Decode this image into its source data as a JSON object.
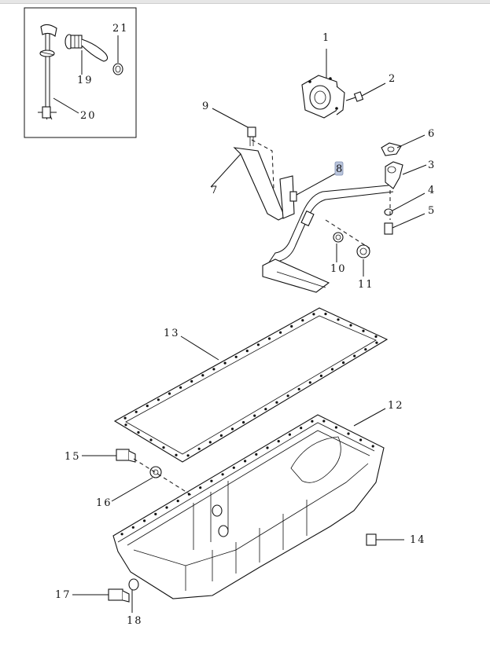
{
  "callouts": {
    "c1": "1",
    "c2": "2",
    "c3": "3",
    "c4": "4",
    "c5": "5",
    "c6": "6",
    "c7": "7",
    "c8": "8",
    "c9": "9",
    "c10": "10",
    "c11": "11",
    "c12": "12",
    "c13": "13",
    "c14": "14",
    "c15": "15",
    "c16": "16",
    "c17": "17",
    "c18": "18",
    "c19": "19",
    "c20": "20",
    "c21": "21"
  },
  "colors": {
    "line": "#111111",
    "highlight": "#b9c4dc",
    "topbar": "#e6e6e6"
  },
  "highlighted_callout": "8"
}
